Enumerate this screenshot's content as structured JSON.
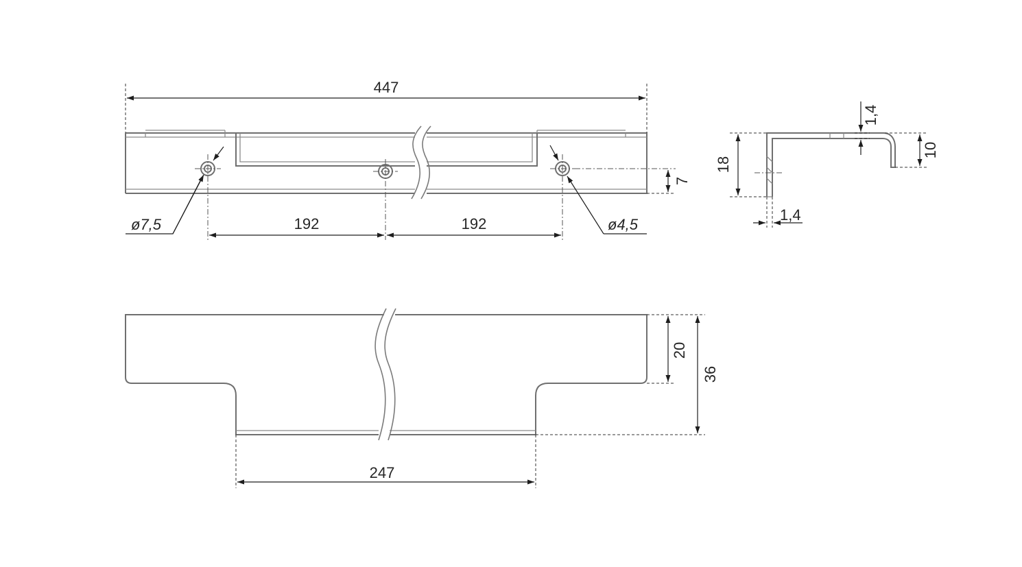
{
  "dimensions": {
    "overall_length": "447",
    "hole_spacing_left": "192",
    "hole_spacing_right": "192",
    "hole_large_diameter": "ø7,5",
    "hole_small_diameter": "ø4,5",
    "hole_height": "7",
    "profile_height": "18",
    "profile_thickness_bottom": "1,4",
    "profile_thickness_top": "1,4",
    "profile_lip_depth": "10",
    "front_width_center": "247",
    "front_height_wing": "20",
    "front_height_total": "36"
  }
}
